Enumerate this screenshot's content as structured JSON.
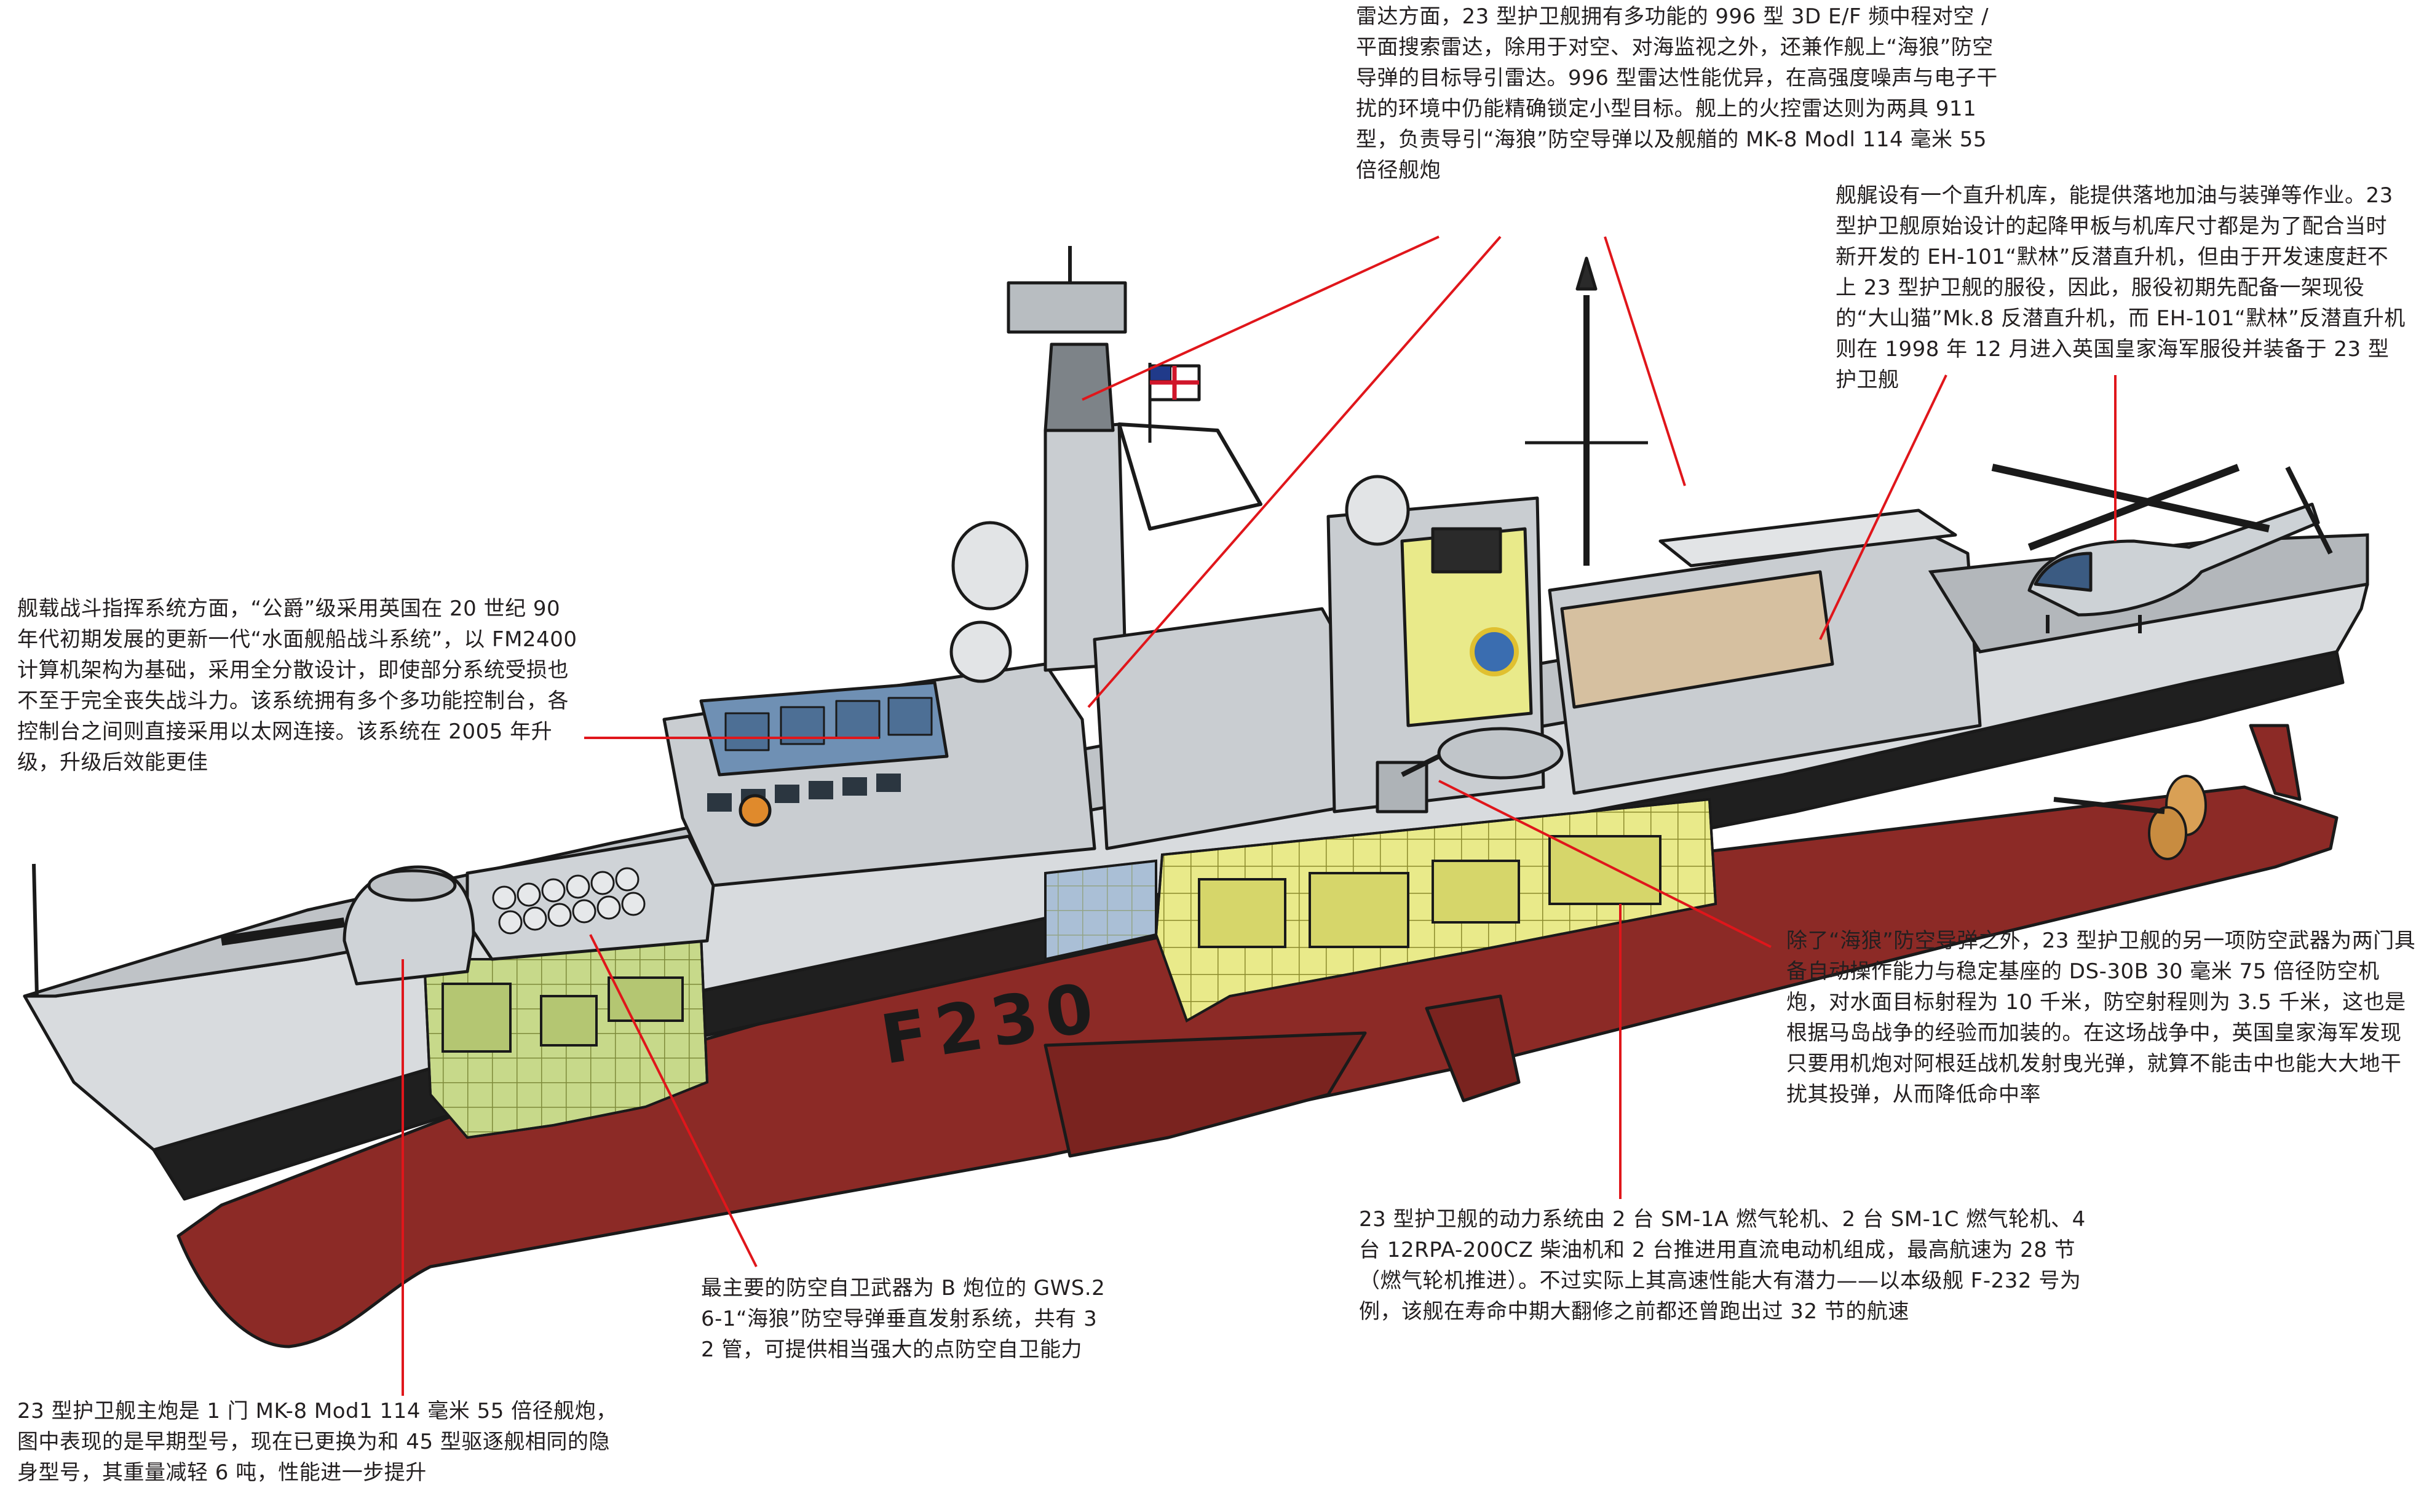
{
  "hull_number": "F230",
  "colors": {
    "hull_grey": "#d8dbde",
    "superstructure_grey": "#c9cdd1",
    "antifouling_red": "#8c2a26",
    "boot_top": "#1f1f1f",
    "cutaway_yellow": "#e9ea8a",
    "cutaway_green": "#c7d98a",
    "ops_room_blue": "#6f90b4",
    "hangar_tan": "#d6c0a0",
    "leader_line": "#e0161b",
    "text": "#231f20"
  },
  "icons": [
    "naval-ensign-icon",
    "helicopter-icon",
    "propeller-icon",
    "ship-crest-icon"
  ],
  "callouts": {
    "radar": "雷达方面，23 型护卫舰拥有多功能的 996 型 3D E/F 频中程对空 / 平面搜索雷达，除用于对空、对海监视之外，还兼作舰上“海狼”防空导弹的目标导引雷达。996 型雷达性能优异，在高强度噪声与电子干扰的环境中仍能精确锁定小型目标。舰上的火控雷达则为两具 911 型，负责导引“海狼”防空导弹以及舰艏的 MK-8 Modl 114 毫米 55 倍径舰炮",
    "hangar": "舰艉设有一个直升机库，能提供落地加油与装弹等作业。23 型护卫舰原始设计的起降甲板与机库尺寸都是为了配合当时新开发的 EH-101“默林”反潜直升机，但由于开发速度赶不上 23 型护卫舰的服役，因此，服役初期先配备一架现役的“大山猫”Mk.8 反潜直升机，而 EH-101“默林”反潜直升机则在 1998 年 12 月进入英国皇家海军服役并装备于 23 型护卫舰",
    "combat_system": "舰载战斗指挥系统方面，“公爵”级采用英国在 20 世纪 90 年代初期发展的更新一代“水面舰船战斗系统”，以 FM2400 计算机架构为基础，采用全分散设计，即使部分系统受损也不至于完全丧失战斗力。该系统拥有多个多功能控制台，各控制台之间则直接采用以太网连接。该系统在 2005 年升级，升级后效能更佳",
    "ds30b": "除了“海狼”防空导弹之外，23 型护卫舰的另一项防空武器为两门具备自动操作能力与稳定基座的 DS-30B 30 毫米 75 倍径防空机炮，对水面目标射程为 10 千米，防空射程则为 3.5 千米，这也是根据马岛战争的经验而加装的。在这场战争中，英国皇家海军发现只要用机炮对阿根廷战机发射曳光弹，就算不能击中也能大大地干扰其投弹，从而降低命中率",
    "propulsion": "23 型护卫舰的动力系统由 2 台 SM-1A 燃气轮机、2 台 SM-1C 燃气轮机、4 台 12RPA-200CZ 柴油机和 2 台推进用直流电动机组成，最高航速为 28 节（燃气轮机推进）。不过实际上其高速性能大有潜力——以本级舰 F-232 号为例，该舰在寿命中期大翻修之前都还曾跑出过 32 节的航速",
    "seawolf": "最主要的防空自卫武器为 B 炮位的 GWS.26-1“海狼”防空导弹垂直发射系统，共有 32 管，可提供相当强大的点防空自卫能力",
    "main_gun": "23 型护卫舰主炮是 1 门 MK-8 Mod1 114 毫米 55 倍径舰炮，图中表现的是早期型号，现在已更换为和 45 型驱逐舰相同的隐身型号，其重量减轻 6 吨，性能进一步提升"
  }
}
